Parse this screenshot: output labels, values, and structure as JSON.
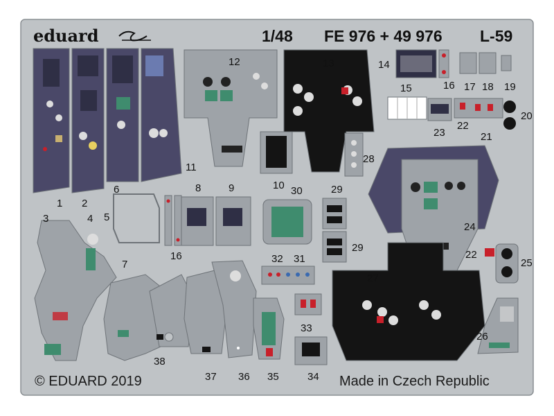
{
  "sheet": {
    "brand": "eduard",
    "scale": "1/48",
    "product_code": "FE 976 + 49 976",
    "aircraft": "L-59",
    "copyright": "© EDUARD 2019",
    "origin": "Made in Czech Republic",
    "logo_icon": "zoom-logo-icon"
  },
  "colors": {
    "fret": "#bfc3c6",
    "panel_dark": "#2f2f45",
    "panel_purple": "#4a4868",
    "panel_grey": "#9ea3a8",
    "black_panel": "#141414",
    "green_screen": "#3f8c6e",
    "red_light": "#c8202a",
    "outline": "#6e7378"
  },
  "parts": {
    "p1": "1",
    "p2": "2",
    "p3": "3",
    "p4": "4",
    "p5": "5",
    "p6": "6",
    "p7": "7",
    "p8": "8",
    "p9": "9",
    "p10": "10",
    "p11": "11",
    "p12": "12",
    "p13": "13",
    "p14": "14",
    "p15": "15",
    "p16a": "16",
    "p16b": "16",
    "p17": "17",
    "p18": "18",
    "p19": "19",
    "p20": "20",
    "p21": "21",
    "p22a": "22",
    "p22b": "22",
    "p23": "23",
    "p24": "24",
    "p25": "25",
    "p26": "26",
    "p27": "27",
    "p28": "28",
    "p29a": "29",
    "p29b": "29",
    "p30": "30",
    "p31": "31",
    "p32": "32",
    "p33": "33",
    "p34": "34",
    "p35": "35",
    "p36": "36",
    "p37": "37",
    "p38": "38"
  }
}
